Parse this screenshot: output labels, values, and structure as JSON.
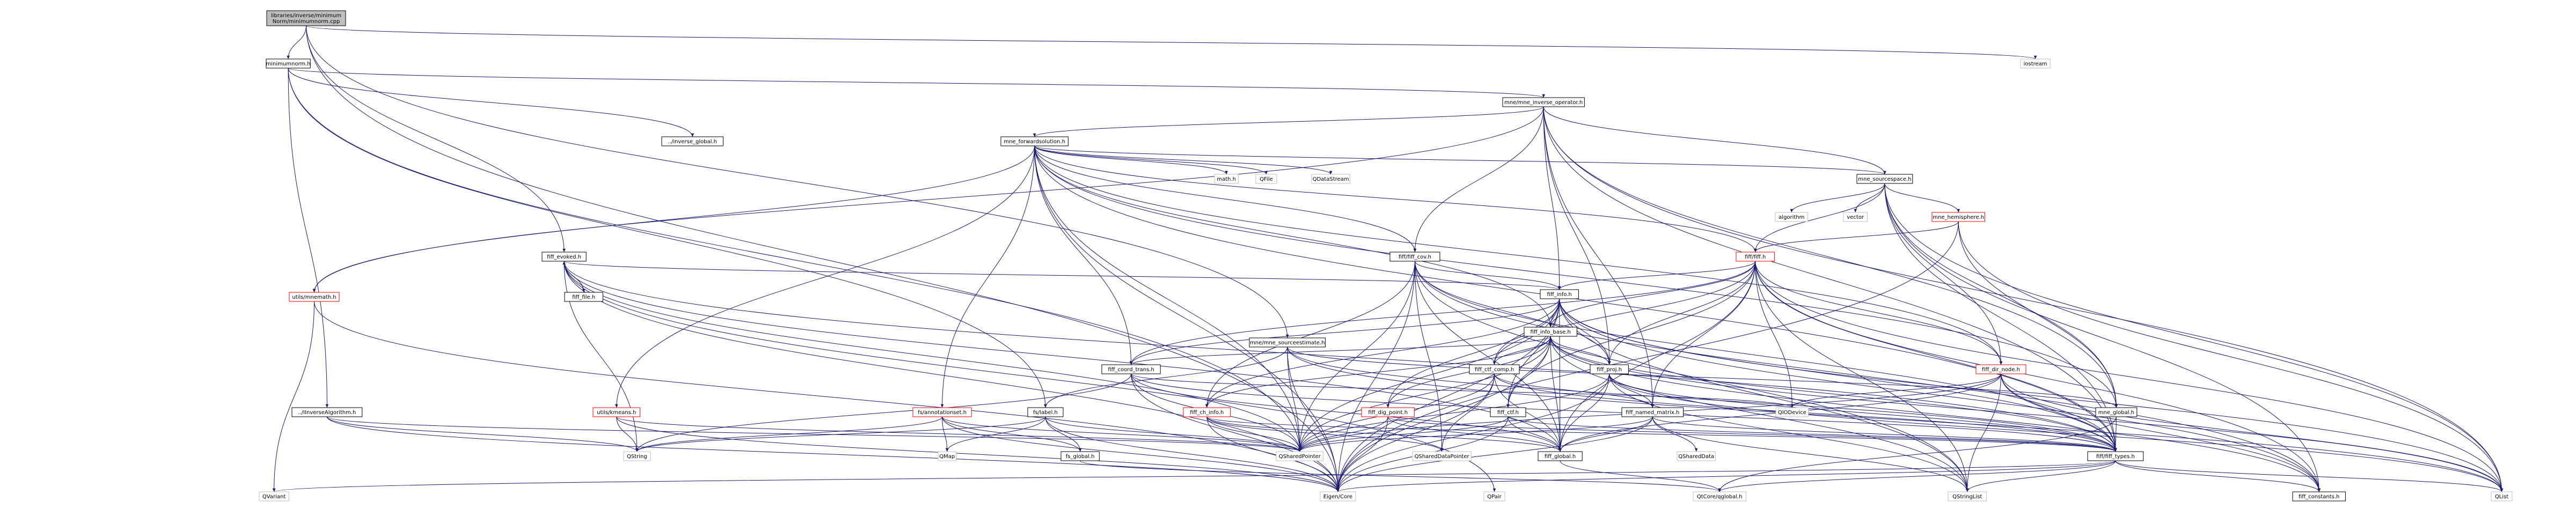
{
  "colors": {
    "edge": "#191970",
    "node_border": "#000000",
    "node_fill": "#ffffff",
    "root_fill": "#bfbfbf",
    "external_border": "#bfbfbf",
    "red_border": "#ff0000"
  },
  "nodes": [
    {
      "id": "root",
      "lines": [
        "libraries/inverse/minimum",
        "Norm/minimumnorm.cpp"
      ],
      "style": "root"
    },
    {
      "id": "minimumnorm_h",
      "lines": [
        "minimumnorm.h"
      ],
      "style": "normal"
    },
    {
      "id": "iostream",
      "lines": [
        "iostream"
      ],
      "style": "external"
    },
    {
      "id": "mne_inverse_operator_h",
      "lines": [
        "mne/mne_inverse_operator.h"
      ],
      "style": "normal"
    },
    {
      "id": "inverse_global_h",
      "lines": [
        "../inverse_global.h"
      ],
      "style": "normal"
    },
    {
      "id": "mne_forwardsolution_h",
      "lines": [
        "mne_forwardsolution.h"
      ],
      "style": "normal"
    },
    {
      "id": "math_h",
      "lines": [
        "math.h"
      ],
      "style": "external"
    },
    {
      "id": "QFile",
      "lines": [
        "QFile"
      ],
      "style": "external"
    },
    {
      "id": "QDataStream",
      "lines": [
        "QDataStream"
      ],
      "style": "external"
    },
    {
      "id": "mne_sourcespace_h",
      "lines": [
        "mne_sourcespace.h"
      ],
      "style": "normal"
    },
    {
      "id": "algorithm",
      "lines": [
        "algorithm"
      ],
      "style": "external"
    },
    {
      "id": "vector",
      "lines": [
        "vector"
      ],
      "style": "external"
    },
    {
      "id": "mne_hemisphere_h",
      "lines": [
        "mne_hemisphere.h"
      ],
      "style": "red"
    },
    {
      "id": "fiff_evoked_h",
      "lines": [
        "fiff_evoked.h"
      ],
      "style": "normal"
    },
    {
      "id": "fiff_fiff_cov_h",
      "lines": [
        "fiff/fiff_cov.h"
      ],
      "style": "normal"
    },
    {
      "id": "fiff_h",
      "lines": [
        "fiff/fiff.h"
      ],
      "style": "red"
    },
    {
      "id": "fiff_info_h",
      "lines": [
        "fiff_info.h"
      ],
      "style": "normal"
    },
    {
      "id": "fiff_info_base_h",
      "lines": [
        "fiff_info_base.h"
      ],
      "style": "normal"
    },
    {
      "id": "fiff_file_h",
      "lines": [
        "fiff_file.h"
      ],
      "style": "normal"
    },
    {
      "id": "utils_mnemath_h",
      "lines": [
        "utils/mnemath.h"
      ],
      "style": "red"
    },
    {
      "id": "mne_sourceestimate_h",
      "lines": [
        "mne/mne_sourceestimate.h"
      ],
      "style": "normal"
    },
    {
      "id": "fiff_coord_trans_h",
      "lines": [
        "fiff_coord_trans.h"
      ],
      "style": "normal"
    },
    {
      "id": "fiff_ctf_comp_h",
      "lines": [
        "fiff_ctf_comp.h"
      ],
      "style": "normal"
    },
    {
      "id": "fiff_proj_h",
      "lines": [
        "fiff_proj.h"
      ],
      "style": "normal"
    },
    {
      "id": "fiff_dir_node_h",
      "lines": [
        "fiff_dir_node.h"
      ],
      "style": "red"
    },
    {
      "id": "InverseAlgorithm_h",
      "lines": [
        "../IInverseAlgorithm.h"
      ],
      "style": "normal"
    },
    {
      "id": "utils_kmeans_h",
      "lines": [
        "utils/kmeans.h"
      ],
      "style": "red"
    },
    {
      "id": "fs_annotationset_h",
      "lines": [
        "fs/annotationset.h"
      ],
      "style": "red"
    },
    {
      "id": "fs_label_h",
      "lines": [
        "fs/label.h"
      ],
      "style": "normal"
    },
    {
      "id": "fiff_ch_info_h",
      "lines": [
        "fiff_ch_info.h"
      ],
      "style": "red"
    },
    {
      "id": "fiff_dig_point_h",
      "lines": [
        "fiff_dig_point.h"
      ],
      "style": "red"
    },
    {
      "id": "fiff_ctf_h",
      "lines": [
        "fiff_ctf.h"
      ],
      "style": "normal"
    },
    {
      "id": "fiff_named_matrix_h",
      "lines": [
        "fiff_named_matrix.h"
      ],
      "style": "normal"
    },
    {
      "id": "QIODevice",
      "lines": [
        "QIODevice"
      ],
      "style": "external"
    },
    {
      "id": "mne_global_h",
      "lines": [
        "mne_global.h"
      ],
      "style": "normal"
    },
    {
      "id": "QString",
      "lines": [
        "QString"
      ],
      "style": "external"
    },
    {
      "id": "QMap",
      "lines": [
        "QMap"
      ],
      "style": "external"
    },
    {
      "id": "fs_global_h",
      "lines": [
        "fs_global.h"
      ],
      "style": "normal"
    },
    {
      "id": "QSharedPointer",
      "lines": [
        "QSharedPointer"
      ],
      "style": "external"
    },
    {
      "id": "QSharedDataPointer",
      "lines": [
        "QSharedDataPointer"
      ],
      "style": "external"
    },
    {
      "id": "fiff_global_h",
      "lines": [
        "fiff_global.h"
      ],
      "style": "normal"
    },
    {
      "id": "QSharedData",
      "lines": [
        "QSharedData"
      ],
      "style": "external"
    },
    {
      "id": "fiff_fiff_types_h",
      "lines": [
        "fiff/fiff_types.h"
      ],
      "style": "normal"
    },
    {
      "id": "Eigen_Core",
      "lines": [
        "Eigen/Core"
      ],
      "style": "external"
    },
    {
      "id": "QVariant",
      "lines": [
        "QVariant"
      ],
      "style": "external"
    },
    {
      "id": "QPair",
      "lines": [
        "QPair"
      ],
      "style": "external"
    },
    {
      "id": "QtCore_qglobal_h",
      "lines": [
        "QtCore/qglobal.h"
      ],
      "style": "external"
    },
    {
      "id": "QStringList",
      "lines": [
        "QStringList"
      ],
      "style": "external"
    },
    {
      "id": "fiff_constants_h",
      "lines": [
        "fiff_constants.h"
      ],
      "style": "normal"
    },
    {
      "id": "QList",
      "lines": [
        "QList"
      ],
      "style": "external"
    }
  ]
}
